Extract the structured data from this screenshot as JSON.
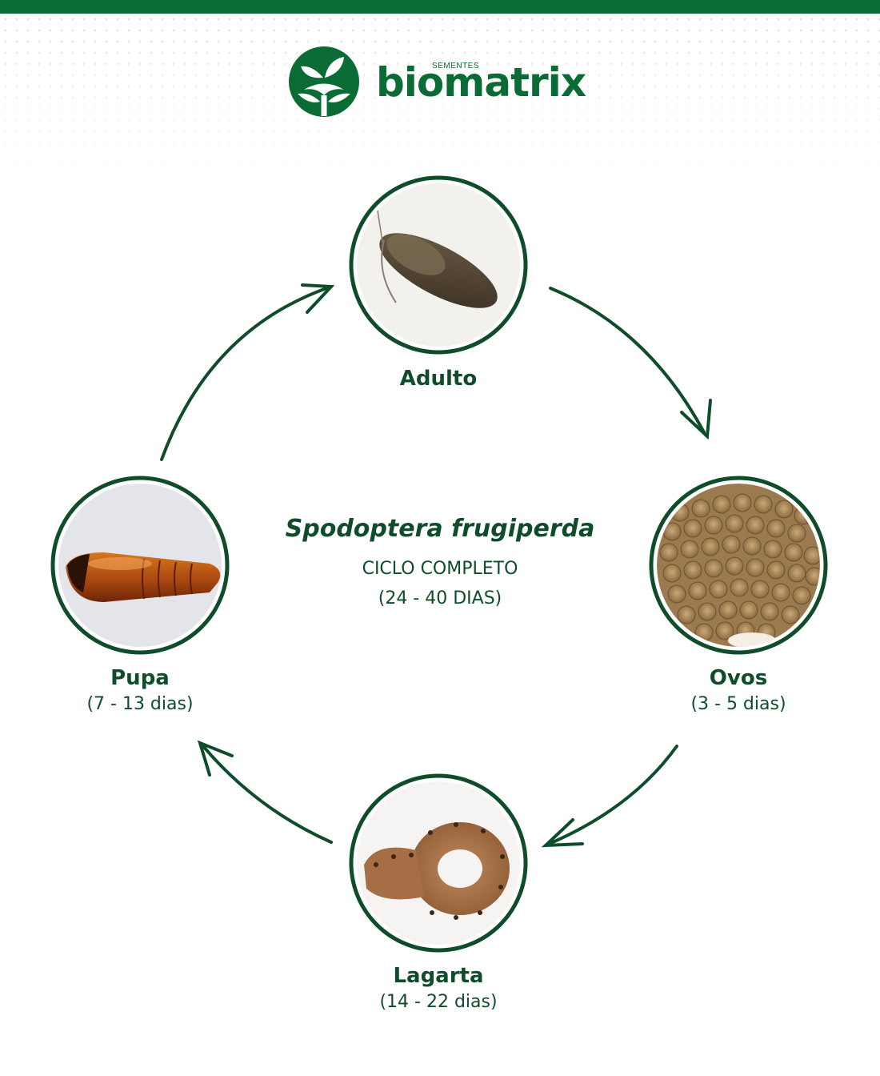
{
  "brand": {
    "name": "biomatrix",
    "tagline": "SEMENTES",
    "color": "#0b6b35"
  },
  "center": {
    "species": "Spodoptera frugiperda",
    "cycle_label": "CICLO COMPLETO",
    "cycle_duration": "(24 - 40 DIAS)"
  },
  "stages": {
    "adult": {
      "label": "Adulto",
      "icon": "moth-photo"
    },
    "eggs": {
      "label": "Ovos",
      "days": "(3 - 5 dias)",
      "icon": "egg-mass-photo"
    },
    "larva": {
      "label": "Lagarta",
      "days": "(14 - 22 dias)",
      "icon": "caterpillar-photo"
    },
    "pupa": {
      "label": "Pupa",
      "days": "(7 - 13 dias)",
      "icon": "pupa-photo"
    }
  },
  "colors": {
    "text": "#0f4d2a",
    "ring": "#0f4d2a",
    "arrow": "#0f4d2a"
  }
}
